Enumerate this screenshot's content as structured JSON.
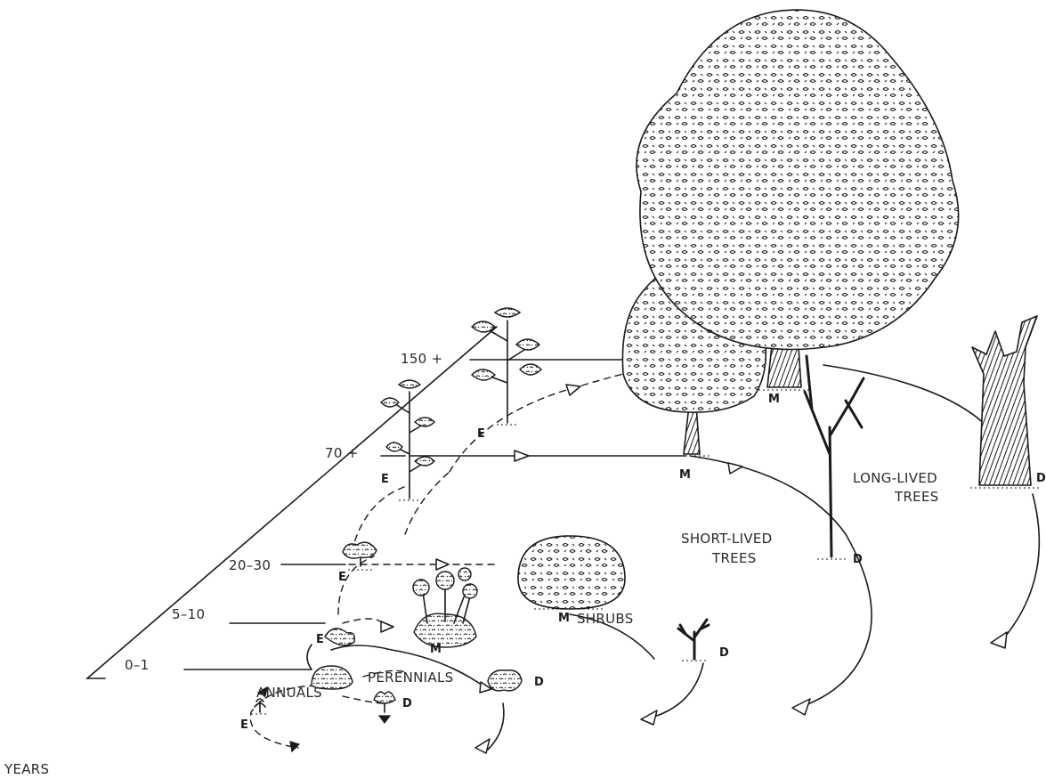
{
  "axis": {
    "label": "YEARS",
    "ticks": [
      "0–1",
      "5–10",
      "20–30",
      "70 +",
      "150 +"
    ]
  },
  "groups": {
    "annuals": "ANNUALS",
    "perennials": "PERENNIALS",
    "shrubs": "SHRUBS",
    "short_lived_trees_line1": "SHORT-LIVED",
    "short_lived_trees_line2": "TREES",
    "long_lived_trees_line1": "LONG-LIVED",
    "long_lived_trees_line2": "TREES"
  },
  "stages": {
    "establishment": "E",
    "maturity": "M",
    "decline": "D"
  },
  "colors": {
    "ink": "#1a1a1a",
    "paper": "#ffffff"
  }
}
